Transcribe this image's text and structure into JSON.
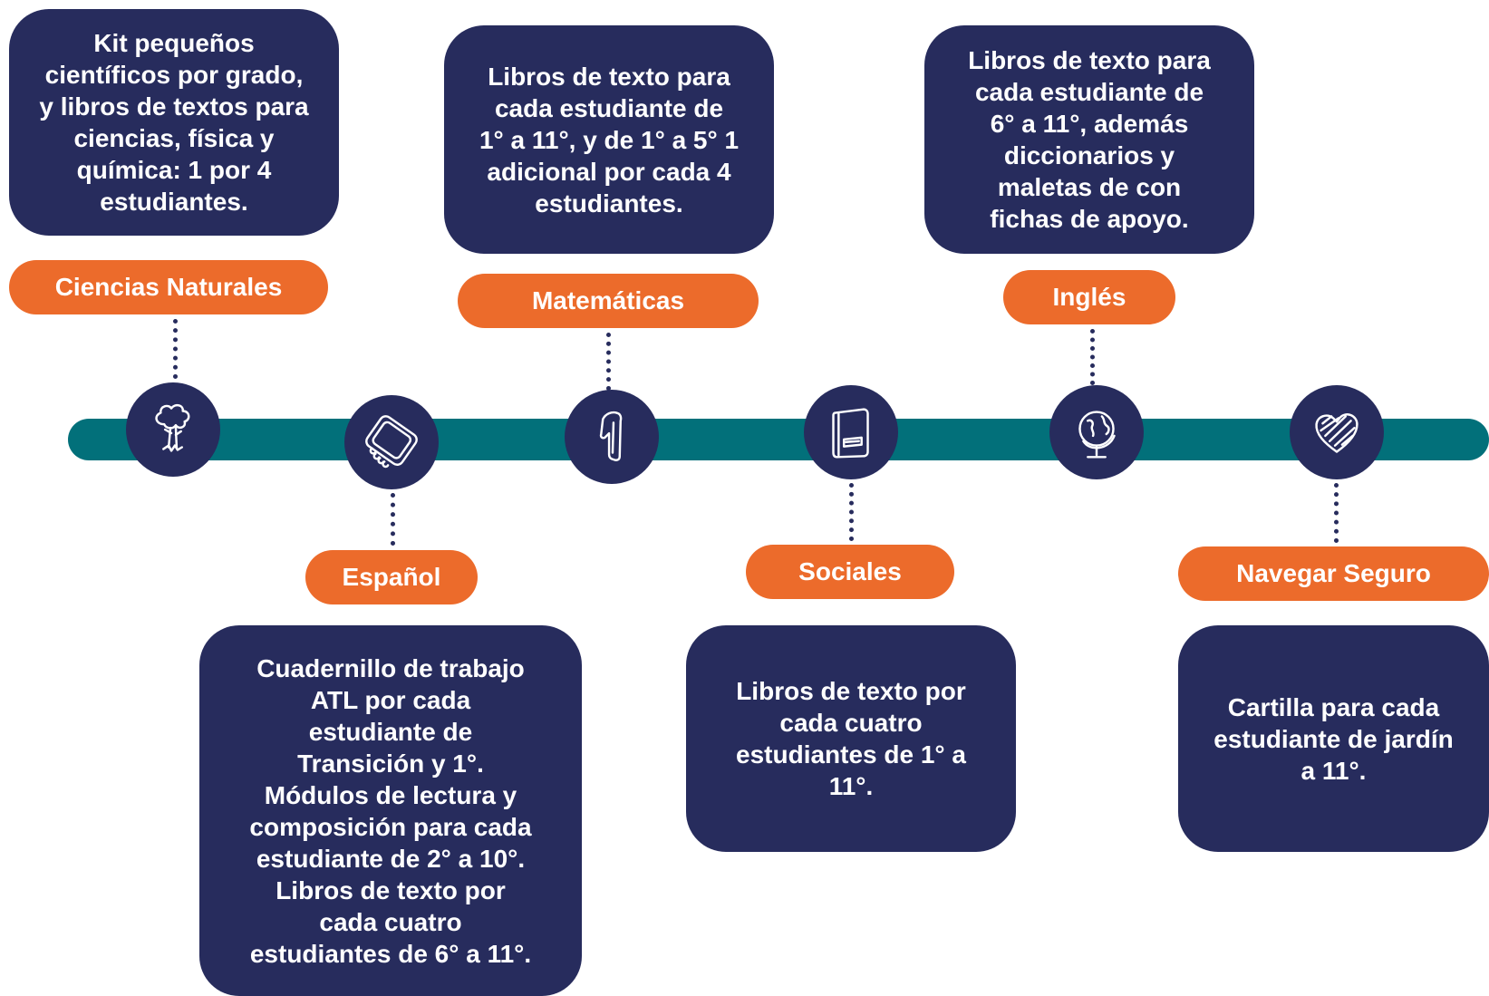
{
  "subjects": [
    {
      "label": "Ciencias Naturales",
      "icon": "tree-icon",
      "text": "Kit pequeños\ncientíficos por grado,\ny libros de textos para\nciencias, física y\nquímica: 1 por 4\nestudiantes."
    },
    {
      "label": "Español",
      "icon": "notebook-icon",
      "text": "Cuadernillo de trabajo\nATL por cada\nestudiante de\nTransición y 1°.\nMódulos de lectura y\ncomposición para cada\nestudiante de 2° a 10°.\nLibros de texto por\ncada cuatro\nestudiantes de 6° a 11°."
    },
    {
      "label": "Matemáticas",
      "icon": "number-one-icon",
      "text": "Libros de texto para\ncada estudiante de\n1° a 11°, y de 1° a 5° 1\nadicional por cada 4\nestudiantes."
    },
    {
      "label": "Sociales",
      "icon": "book-icon",
      "text": "Libros de texto por\ncada cuatro\nestudiantes de 1° a\n11°."
    },
    {
      "label": "Inglés",
      "icon": "globe-icon",
      "text": "Libros de texto para\ncada estudiante de\n6° a 11°, además\ndiccionarios y\nmaletas de con\nfichas de apoyo."
    },
    {
      "label": "Navegar Seguro",
      "icon": "heart-icon",
      "text": "Cartilla para cada\nestudiante de jardín\na 11°."
    }
  ],
  "colors": {
    "card": "#272c5d",
    "pill": "#ec6b2b",
    "timeline": "#02707a"
  }
}
